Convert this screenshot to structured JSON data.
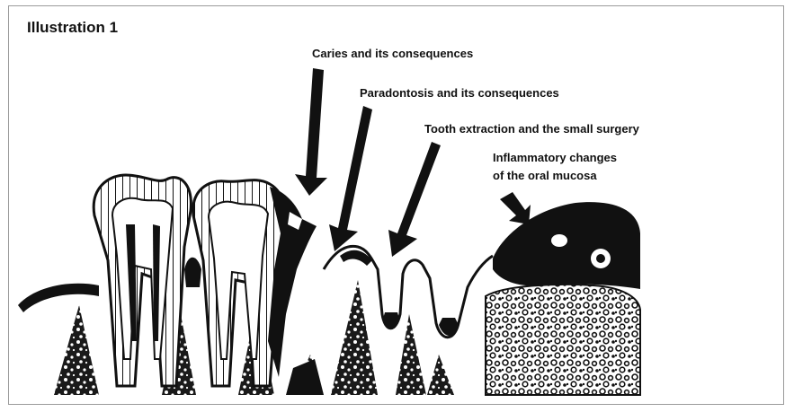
{
  "title": "Illustration 1",
  "labels": {
    "caries": "Caries and its consequences",
    "paradontosis": "Paradontosis and its consequences",
    "extraction": "Tooth extraction and the small surgery",
    "inflammatory_line1": "Inflammatory changes",
    "inflammatory_line2": "of the oral mucosa"
  },
  "colors": {
    "ink": "#111111",
    "paper": "#ffffff",
    "border": "#9a9a9a"
  }
}
